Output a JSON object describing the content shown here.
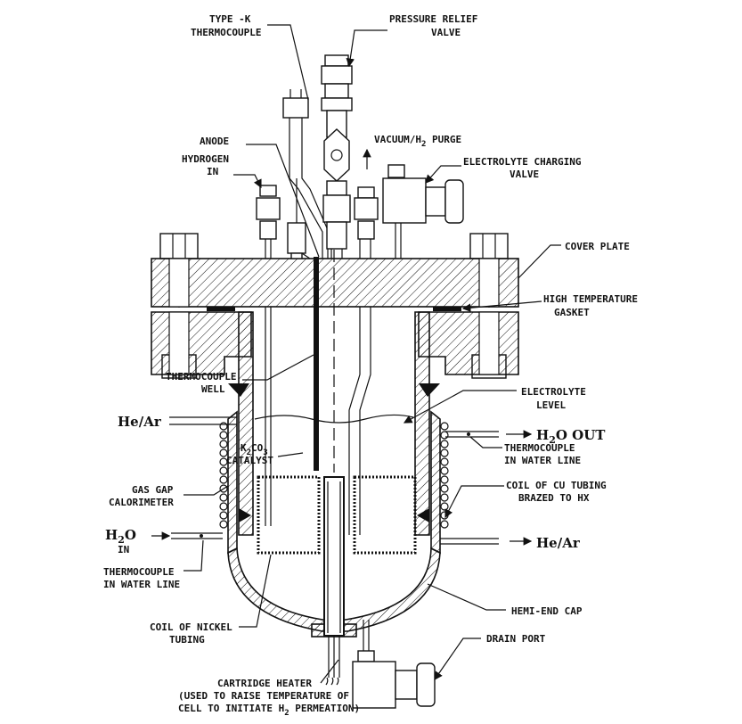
{
  "labels": {
    "thermocouple_k_1": "TYPE -K",
    "thermocouple_k_2": "THERMOCOUPLE",
    "pressure_relief_1": "PRESSURE RELIEF",
    "pressure_relief_2": "VALVE",
    "anode": "ANODE",
    "vacuum_purge_1": "VACUUM/H",
    "vacuum_purge_sub": "2",
    "vacuum_purge_2": " PURGE",
    "hydrogen_1": "HYDROGEN",
    "hydrogen_2": "IN",
    "electrolyte_charging_1": "ELECTROLYTE CHARGING",
    "electrolyte_charging_2": "VALVE",
    "cover_plate": "COVER PLATE",
    "gasket_1": "HIGH TEMPERATURE",
    "gasket_2": "GASKET",
    "thermocouple_well_1": "THERMOCOUPLE",
    "thermocouple_well_2": "WELL",
    "electrolyte_level_1": "ELECTROLYTE",
    "electrolyte_level_2": "LEVEL",
    "he_ar_in": "He/Ar",
    "h2o_out_1": "H",
    "h2o_out_sub": "2",
    "h2o_out_2": "O OUT",
    "catalyst_1a": "K",
    "catalyst_1sub1": "2",
    "catalyst_1b": "CO",
    "catalyst_1sub2": "3",
    "catalyst_2": "CATALYST",
    "tc_water_right_1": "THERMOCOUPLE",
    "tc_water_right_2": "IN WATER LINE",
    "gas_gap_1": "GAS GAP",
    "gas_gap_2": "CALORIMETER",
    "coil_cu_1": "COIL OF CU TUBING",
    "coil_cu_2": "BRAZED TO HX",
    "h2o_in_1a": "H",
    "h2o_in_1sub": "2",
    "h2o_in_1b": "O",
    "h2o_in_2": "IN",
    "he_ar_out": "He/Ar",
    "tc_water_left_1": "THERMOCOUPLE",
    "tc_water_left_2": "IN WATER LINE",
    "hemi_end_cap": "HEMI-END CAP",
    "coil_nickel_1": "COIL OF NICKEL",
    "coil_nickel_2": "TUBING",
    "drain_port": "DRAIN PORT",
    "cartridge_1": "CARTRIDGE HEATER",
    "cartridge_2": "(USED TO RAISE TEMPERATURE OF",
    "cartridge_3a": "CELL TO INITIATE H",
    "cartridge_3sub": "2",
    "cartridge_3b": " PERMEATION)"
  }
}
